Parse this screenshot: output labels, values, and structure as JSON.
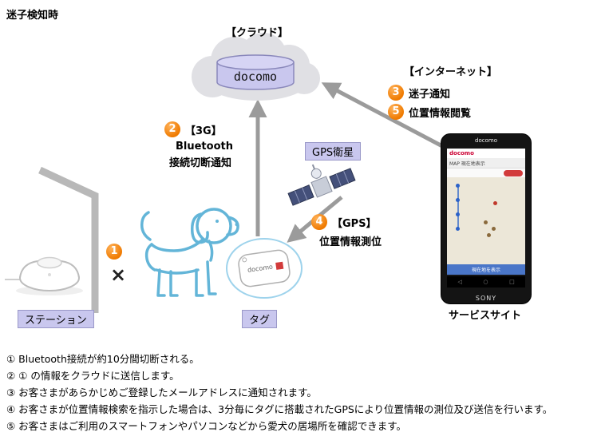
{
  "title": "迷子検知時",
  "cloud": {
    "label": "【クラウド】",
    "db_name": "docomo"
  },
  "internet": {
    "label": "【インターネット】",
    "items": [
      {
        "num": "3",
        "label": "迷子通知"
      },
      {
        "num": "5",
        "label": "位置情報閲覧"
      }
    ]
  },
  "step2": {
    "num": "2",
    "heading": "【3G】",
    "line1": "Bluetooth",
    "line2": "接続切断通知"
  },
  "step4": {
    "num": "4",
    "heading": "【GPS】",
    "line1": "位置情報測位"
  },
  "gps": {
    "label": "GPS衛星"
  },
  "step1": {
    "num": "1",
    "mark": "×"
  },
  "station": {
    "label": "ステーション"
  },
  "tag": {
    "label": "タグ",
    "device_text": "docomo"
  },
  "phone": {
    "top_logo": "docomo",
    "status_carrier": "docomo",
    "appbar_text": "MAP 現在地表示",
    "map_button": "現在地を表示",
    "nav_back": "◁",
    "nav_home": "○",
    "nav_recent": "□",
    "brand": "SONY",
    "label": "サービスサイト"
  },
  "notes": [
    "① Bluetooth接続が約10分間切断される。",
    "② ① の情報をクラウドに送信します。",
    "③ お客さまがあらかじめご登録したメールアドレスに通知されます。",
    "④ お客さまが位置情報検索を指示した場合は、3分毎にタグに搭載されたGPSにより位置情報の測位及び送信を行います。",
    "⑤ お客さまはご利用のスマートフォンやパソコンなどから愛犬の居場所を確認できます。"
  ],
  "colors": {
    "badge_orange": "#ef7a00",
    "lavender": "#c9c7ee",
    "arrow_gray": "#9b9b9b",
    "dog_blue": "#63b5d8"
  }
}
